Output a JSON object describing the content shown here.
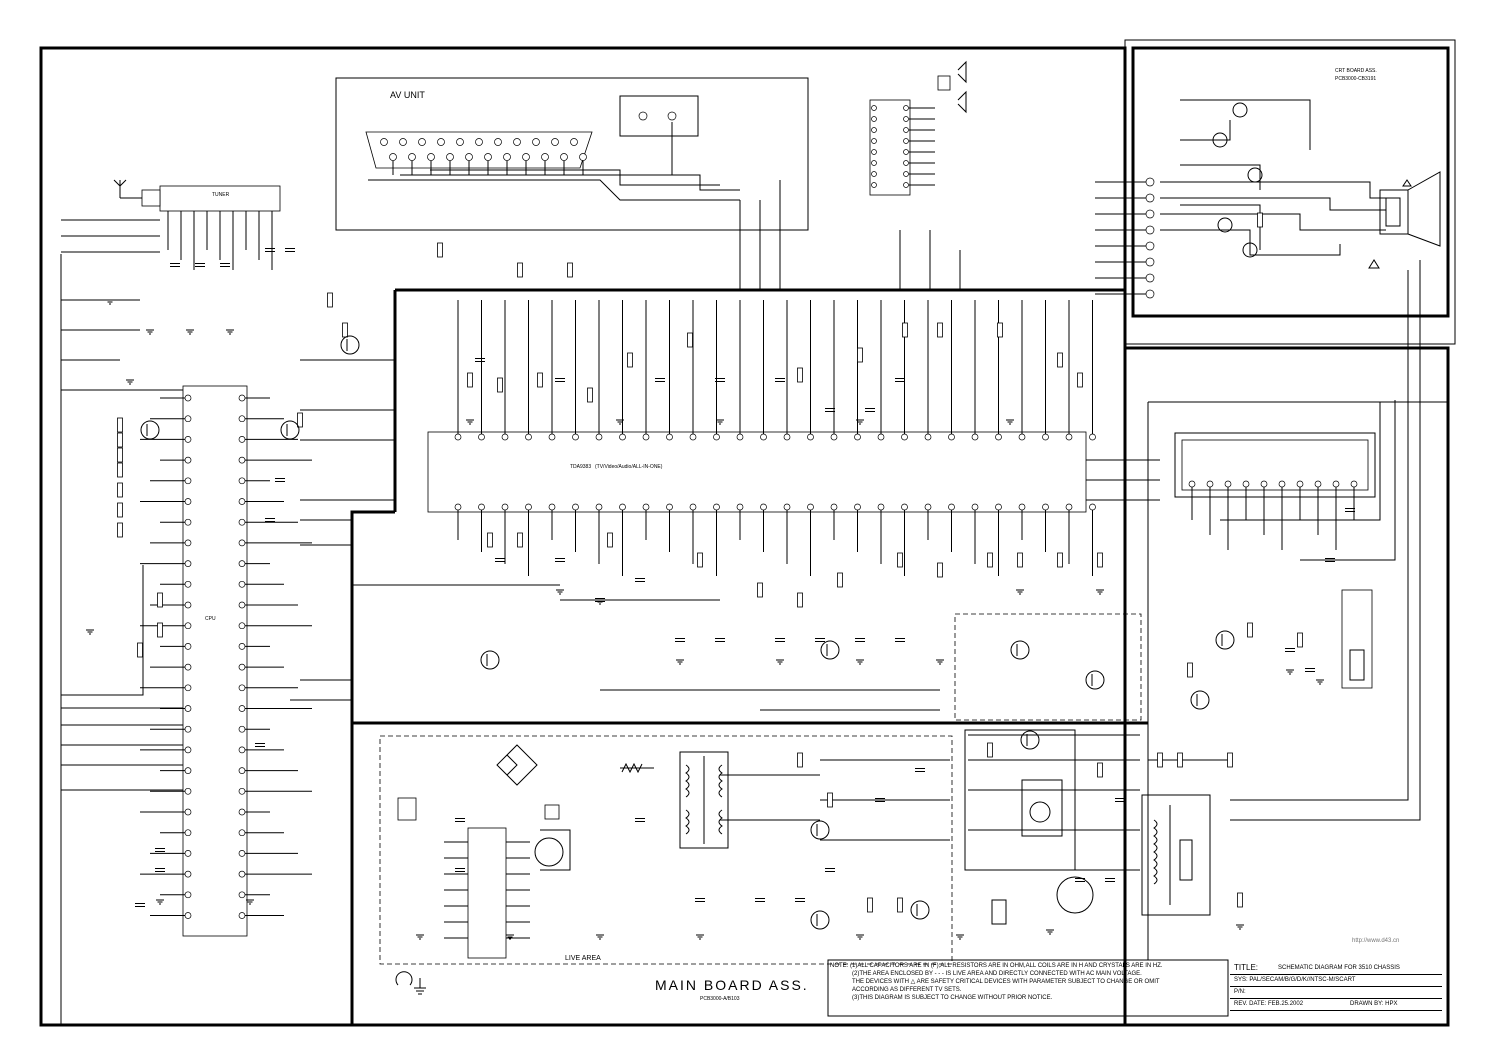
{
  "sheet": {
    "main_board_title": "MAIN BOARD ASS.",
    "main_board_code": "PCB3000-A/B103",
    "live_area": "LIVE AREA",
    "av_unit": "AV UNIT",
    "crt_board_title": "CRT BOARD ASS.",
    "crt_board_code": "PCB3000-CB3191",
    "main_ic_label": "TDA9383",
    "main_ic_sub": "(TV/Video/Audio/ALL-IN-ONE)",
    "tuner_label": "TUNER",
    "mcu_label": "CPU",
    "watermark": "http://www.d43.cn"
  },
  "notes": {
    "line1": "NOTE: (1)ALL CAPACITORS ARE IN (F),ALL RESISTORS ARE IN OHM,ALL COILS ARE IN H AND CRYSTALS ARE IN HZ.",
    "line2": "(2)THE AREA ENCLOSED BY  - - -  IS LIVE AREA AND DIRECTLY CONNECTED WITH AC MAIN VOLTAGE.",
    "line3": "THE DEVICES WITH  △  ARE SAFETY CRITICAL DEVICES WITH PARAMETER SUBJECT TO CHANGE OR OMIT",
    "line4": "ACCORDING AS DIFFERENT TV SETS.",
    "line5": "(3)THIS DIAGRAM IS SUBJECT TO CHANGE WITHOUT PRIOR NOTICE."
  },
  "title_block": {
    "title_label": "TITLE:",
    "title_value": "SCHEMATIC DIAGRAM FOR 3510 CHASSIS",
    "sys_label": "SYS: PAL/SECAM/B/G/D/K//NTSC-M/SCART",
    "pn_label": "P/N:",
    "rev_label": "REV. DATE: FEB.25.2002",
    "drawn_label": "DRAWN BY: HPX"
  },
  "icons": [
    "ground-symbol",
    "warning-triangle",
    "antenna",
    "crt-tube",
    "transformer",
    "bridge-rectifier"
  ]
}
